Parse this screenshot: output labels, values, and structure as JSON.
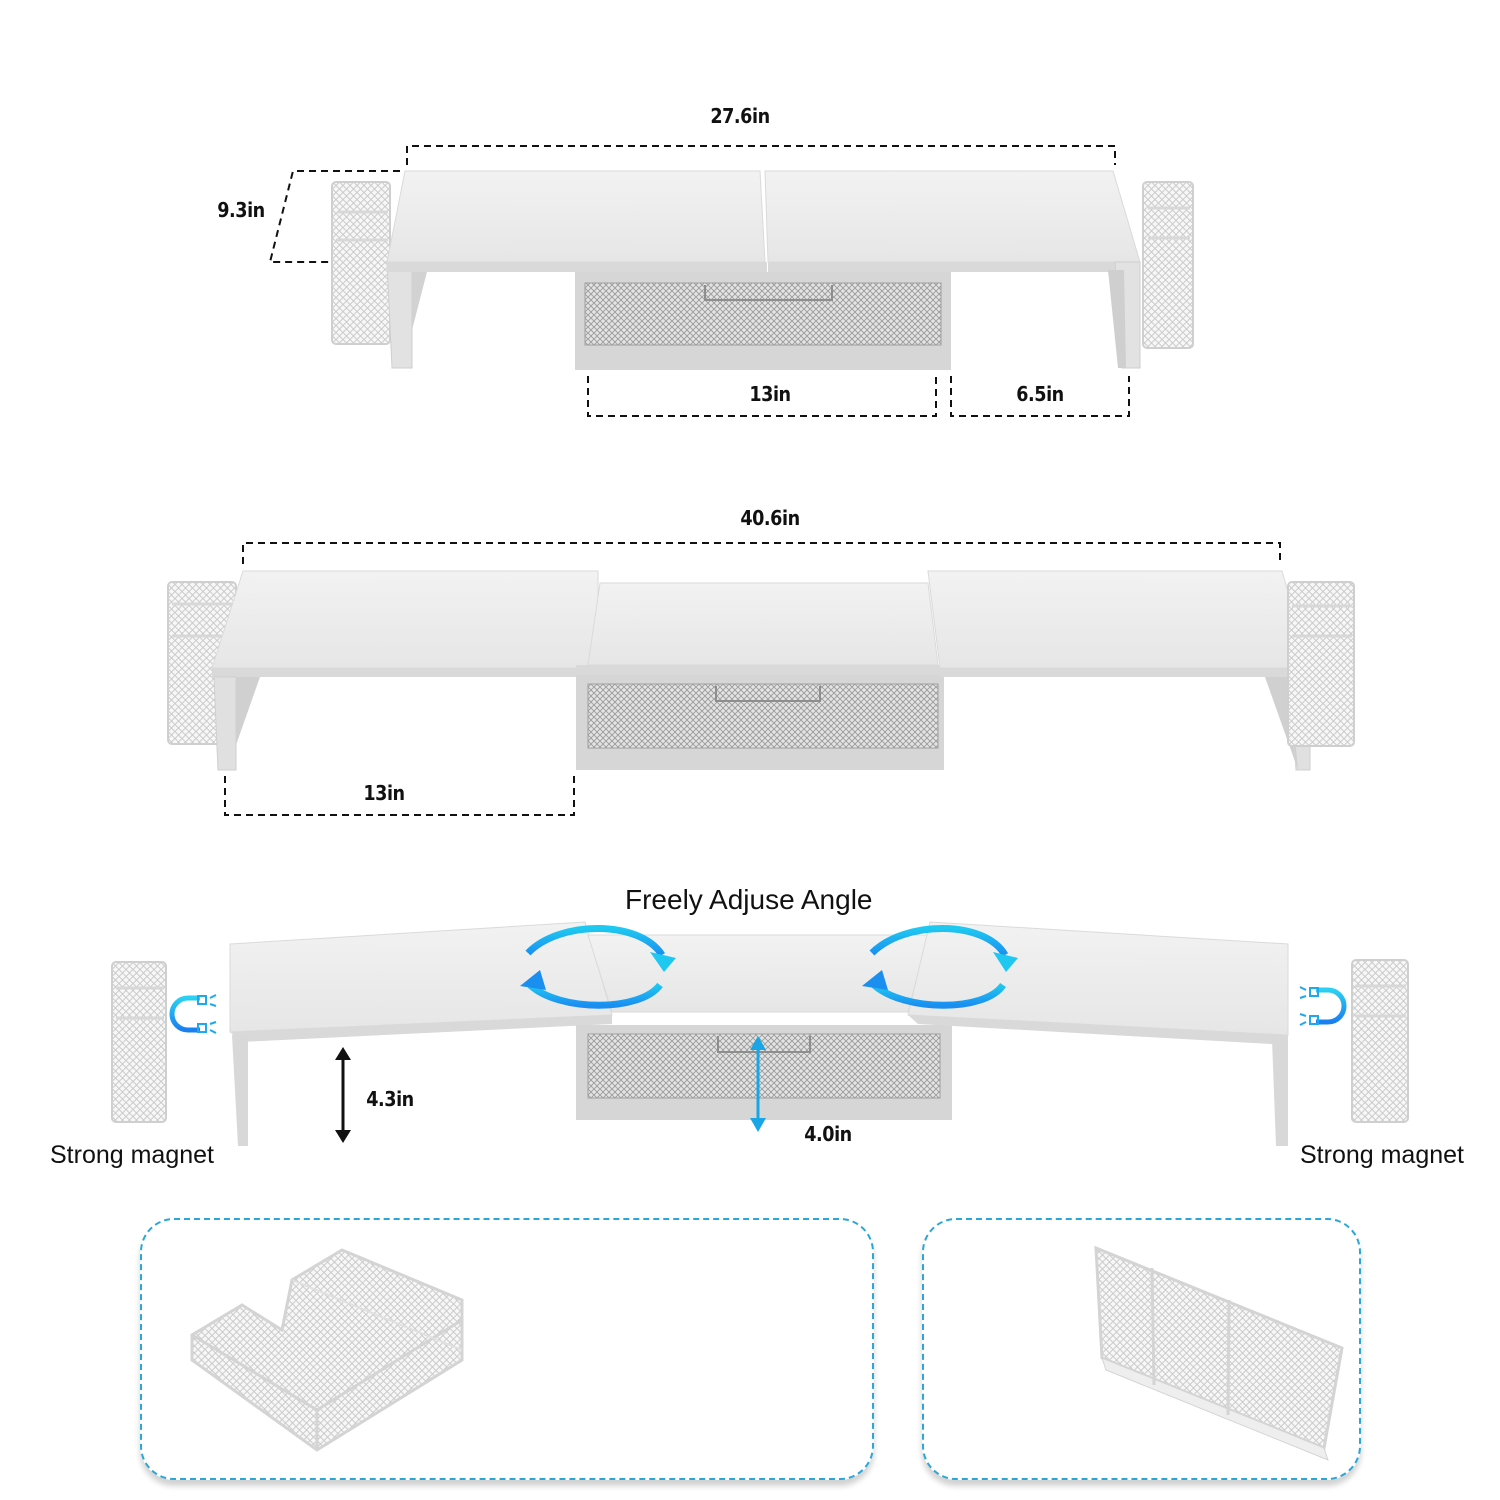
{
  "sections": {
    "compact": {
      "width_label": "27.6in",
      "depth_label": "9.3in",
      "drawer_span_label": "13in",
      "side_span_label": "6.5in"
    },
    "extended": {
      "width_label": "40.6in",
      "side_span_label": "13in"
    },
    "angle": {
      "heading": "Freely Adjuse Angle",
      "left_height_label": "4.3in",
      "center_height_label": "4.0in",
      "left_magnet_caption": "Strong magnet",
      "right_magnet_caption": "Strong magnet"
    },
    "accessories": {
      "drawer_panel": "mesh-drawer-organizer",
      "holder_panel": "mesh-pen-holder"
    }
  },
  "colors": {
    "accent_cyan": "#2aa7d6",
    "arrow_blue_start": "#1ec8f0",
    "arrow_blue_end": "#1a8ff0",
    "stand_white": "#ebebeb",
    "stand_edge": "#cfcfcf",
    "mesh_gray": "#b5b5b5",
    "text": "#111111"
  }
}
